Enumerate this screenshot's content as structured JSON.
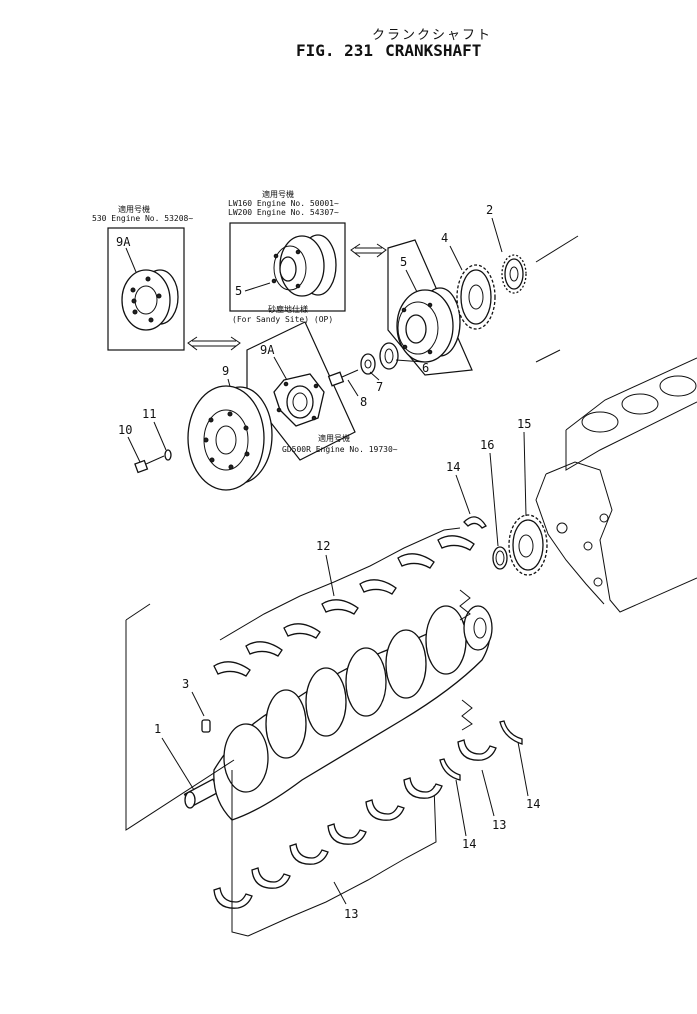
{
  "header": {
    "japanese_title": "クランクシャフト",
    "figure_number": "FIG. 231",
    "title": "CRANKSHAFT"
  },
  "notes": {
    "box_530": {
      "jp": "適用号機",
      "line1": "530 Engine No. 53208~"
    },
    "box_lw": {
      "jp": "適用号機",
      "line1": "LW160 Engine No. 50001~",
      "line2": "LW200 Engine No. 54307~"
    },
    "sandy": {
      "jp": "砂塵地仕様",
      "line1": "(For Sandy Site) (OP)"
    },
    "box_gd": {
      "jp": "適用号機",
      "line1": "GD500R Engine No. 19730~"
    }
  },
  "callouts": {
    "c1": "1",
    "c2": "2",
    "c3": "3",
    "c4": "4",
    "c5a": "5",
    "c5b": "5",
    "c6": "6",
    "c7": "7",
    "c8": "8",
    "c9": "9",
    "c9a_1": "9A",
    "c9a_2": "9A",
    "c10": "10",
    "c11": "11",
    "c12": "12",
    "c13a": "13",
    "c13b": "13",
    "c14a": "14",
    "c14b": "14",
    "c14c": "14",
    "c15": "15",
    "c16": "16"
  }
}
